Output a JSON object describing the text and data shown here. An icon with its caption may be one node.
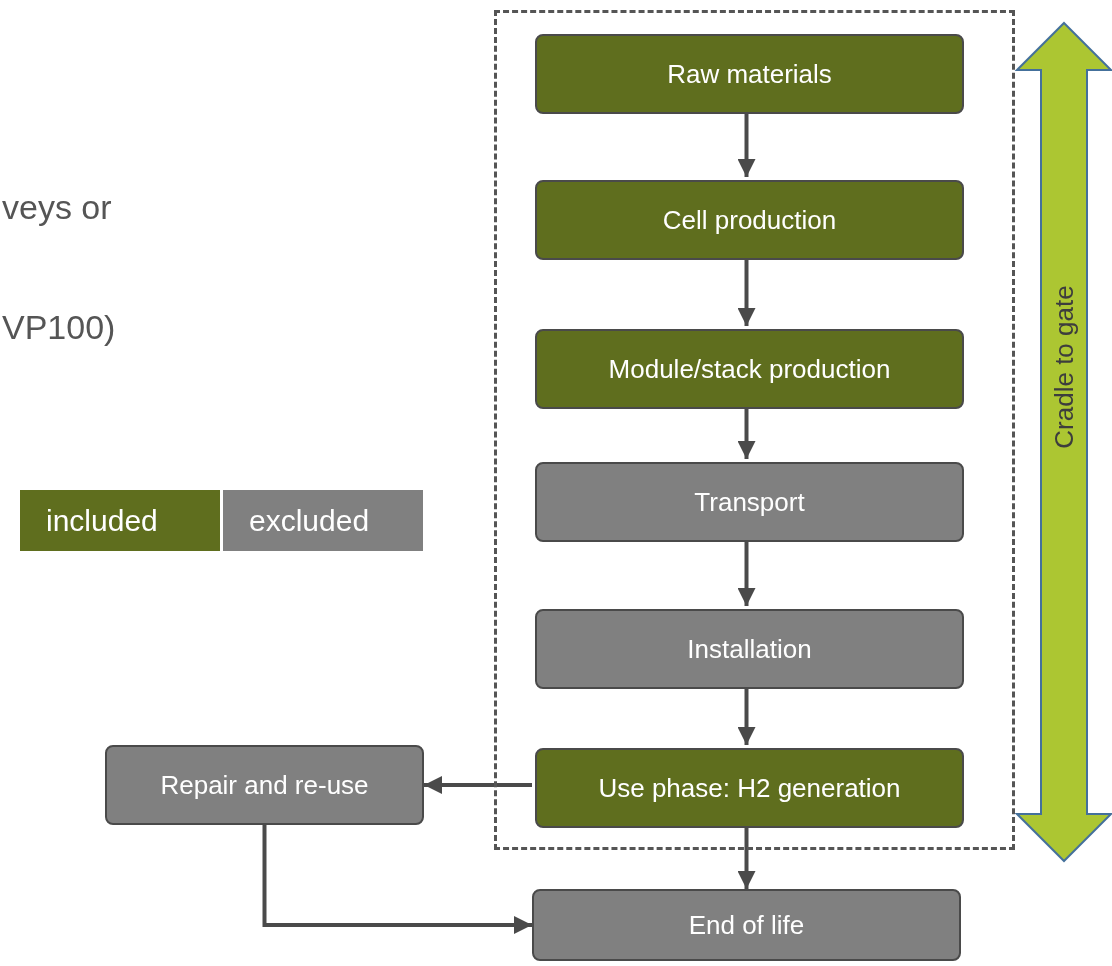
{
  "diagram": {
    "nodes": [
      {
        "text": [],
        "shape": "box"
      },
      {
        "text": [
          "Raw materials"
        ],
        "in": 0
      },
      {
        "text": [
          "Cell production"
        ],
        "in": 0
      },
      {
        "text": [
          "Module/stack production"
        ],
        "in": 0
      },
      {
        "text": [
          "Transport"
        ],
        "in": 0
      },
      {
        "text": [
          "Installation"
        ],
        "in": 0
      },
      {
        "text": [
          "Use phase: H2 generation"
        ],
        "in": 0
      },
      {
        "text": [
          "Repair and re-use"
        ]
      },
      {
        "text": [
          "End of life"
        ]
      },
      {
        "text": [
          "Cradle to gate"
        ]
      }
    ],
    "edges": [
      {
        "from": 1,
        "to": 2,
        "arrow": "to"
      },
      {
        "from": 2,
        "to": 3,
        "arrow": "to"
      },
      {
        "from": 3,
        "to": 4,
        "arrow": "to"
      },
      {
        "from": 4,
        "to": 5,
        "arrow": "to"
      },
      {
        "from": 5,
        "to": 6,
        "arrow": "to"
      },
      {
        "from": 6,
        "to": 7,
        "arrow": "to"
      },
      {
        "from": 6,
        "to": 8,
        "arrow": "to"
      },
      {
        "from": 7,
        "to": 8,
        "arrow": "to"
      }
    ],
    "labels": [
      "veys or",
      "VP100)"
    ],
    "legend": [
      {
        "text": "included",
        "color": "#5f6e1e"
      },
      {
        "text": "excluded",
        "color": "#808080"
      }
    ]
  }
}
